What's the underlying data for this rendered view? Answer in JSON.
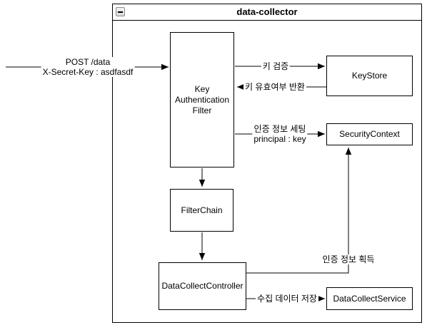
{
  "frame": {
    "title": "data-collector"
  },
  "nodes": {
    "key_authentication_filter": "Key Authentication Filter",
    "keystore": "KeyStore",
    "security_context": "SecurityContext",
    "filter_chain": "FilterChain",
    "data_collect_controller": "DataCollectController",
    "data_collect_service": "DataCollectService"
  },
  "edges": {
    "incoming_request": {
      "line1": "POST /data",
      "line2": "X-Secret-Key : asdfasdf"
    },
    "key_verify": "키 검증",
    "key_validity_return": "키 유효여부 반환",
    "auth_info_set": {
      "line1": "인증 정보 세팅",
      "line2": "principal : key"
    },
    "auth_info_get": "인증 정보 획득",
    "save_collected_data": "수집 데이터 저장"
  },
  "colors": {
    "stroke": "#000000",
    "node_fill": "#ffffff",
    "background": "#ffffff"
  }
}
